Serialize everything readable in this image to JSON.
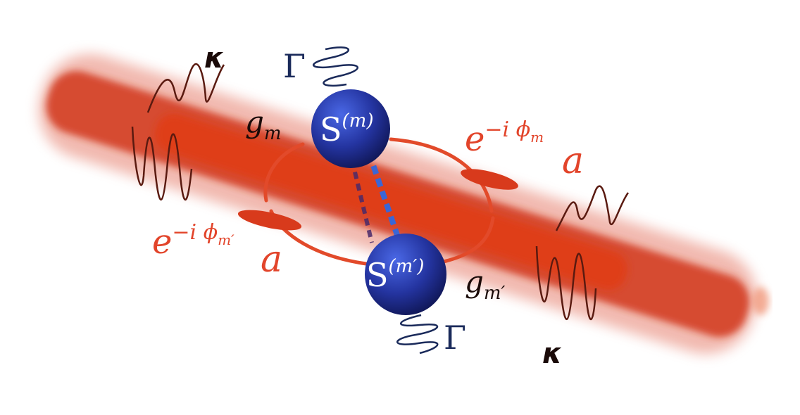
{
  "colors": {
    "beam": "#d23a1a",
    "beam_core": "#e8401c",
    "loop": "#e24a2a",
    "wave_dark": "#5a1a10",
    "wave_blue": "#1a2a5a",
    "sphere": "#2a3aa8",
    "dash_blue": "#3a66d6",
    "dash_purple": "#4a2a6a",
    "text_dark": "#1a0a08",
    "text_red": "#e2442a"
  },
  "labels": {
    "kappa_top": "κ",
    "kappa_bottom": "κ",
    "gamma_top": "Γ",
    "gamma_bottom": "Γ",
    "g_m_base": "g",
    "g_m_sub": "m",
    "g_mp_base": "g",
    "g_mp_sub": "m′",
    "atom_top_base": "S",
    "atom_top_sup": "(m)",
    "atom_bottom_base": "S",
    "atom_bottom_sup": "(m′)",
    "phase_right_base": "e",
    "phase_right_sup_pre": "−i ",
    "phase_right_sup_phi": "ϕ",
    "phase_right_sup_sub": "m",
    "phase_right_op": "a",
    "phase_left_base": "e",
    "phase_left_sup_pre": "−i ",
    "phase_left_sup_phi": "ϕ",
    "phase_left_sup_sub": "m′",
    "phase_left_op": "a"
  },
  "icons": {
    "waveguide": "waveguide-beam",
    "atom_top": "sphere-atom",
    "atom_bottom": "sphere-atom",
    "decay_wave": "squiggle-wave"
  }
}
